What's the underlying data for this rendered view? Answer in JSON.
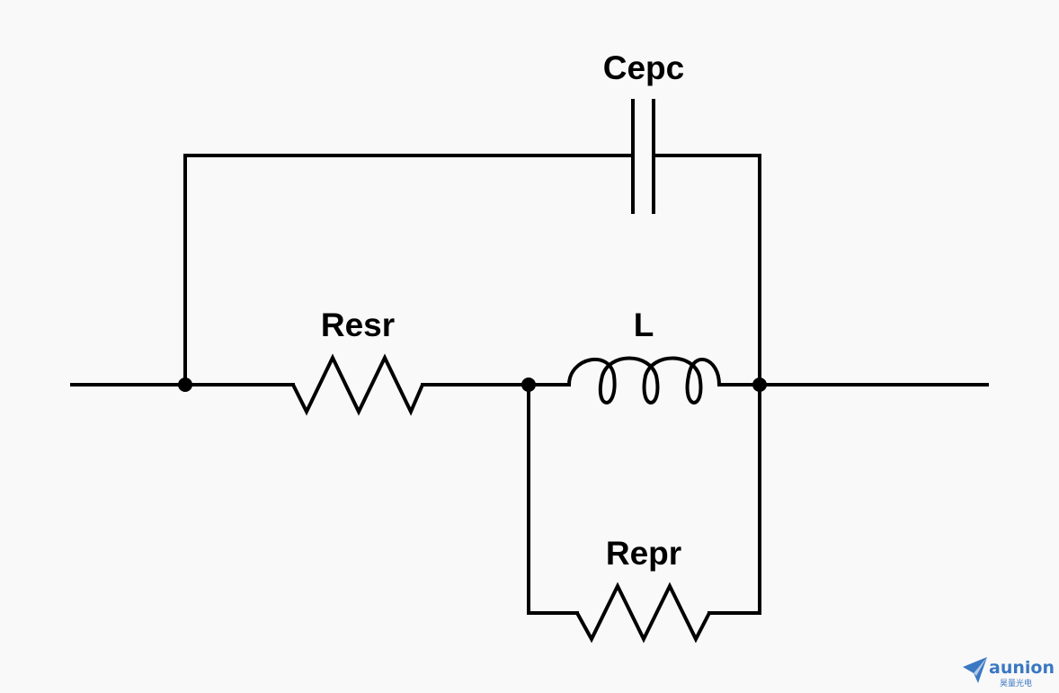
{
  "circuit": {
    "components": {
      "capacitor": {
        "label": "Cepc"
      },
      "series_resistor": {
        "label": "Resr"
      },
      "inductor": {
        "label": "L"
      },
      "parallel_resistor": {
        "label": "Repr"
      }
    }
  },
  "watermark": {
    "brand": "aunion",
    "subtitle": "昊量光电",
    "color": "#3a78c2"
  }
}
